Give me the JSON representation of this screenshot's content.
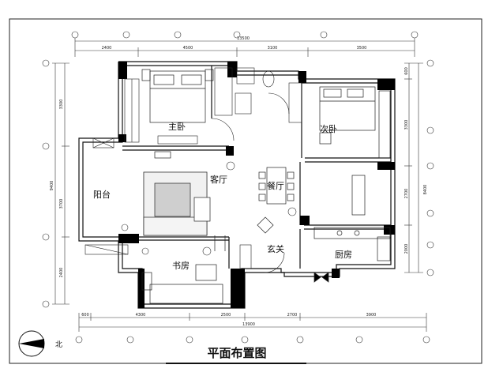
{
  "rooms": {
    "master_bedroom": "主卧",
    "second_bedroom": "次卧",
    "living_room": "客厅",
    "dining_room": "餐厅",
    "balcony": "阳台",
    "study": "书房",
    "entrance": "玄关",
    "kitchen": "厨房"
  },
  "dimensions": {
    "top_total": "13500",
    "top_segments": [
      "2400",
      "4500",
      "3100",
      "3500"
    ],
    "bottom_total": "13900",
    "bottom_segments": [
      "600",
      "4300",
      "2500",
      "2700",
      "3900"
    ],
    "left_total": "9400",
    "left_segments": [
      "3300",
      "3700",
      "2400"
    ],
    "right_total": "8400",
    "right_segments": [
      "600",
      "3300",
      "2700",
      "2000"
    ]
  },
  "compass": {
    "label": "北"
  },
  "title": "平面布置图",
  "colors": {
    "wall": "#000000",
    "line": "#1a1a1a",
    "watermark": "#c8d4e6"
  }
}
